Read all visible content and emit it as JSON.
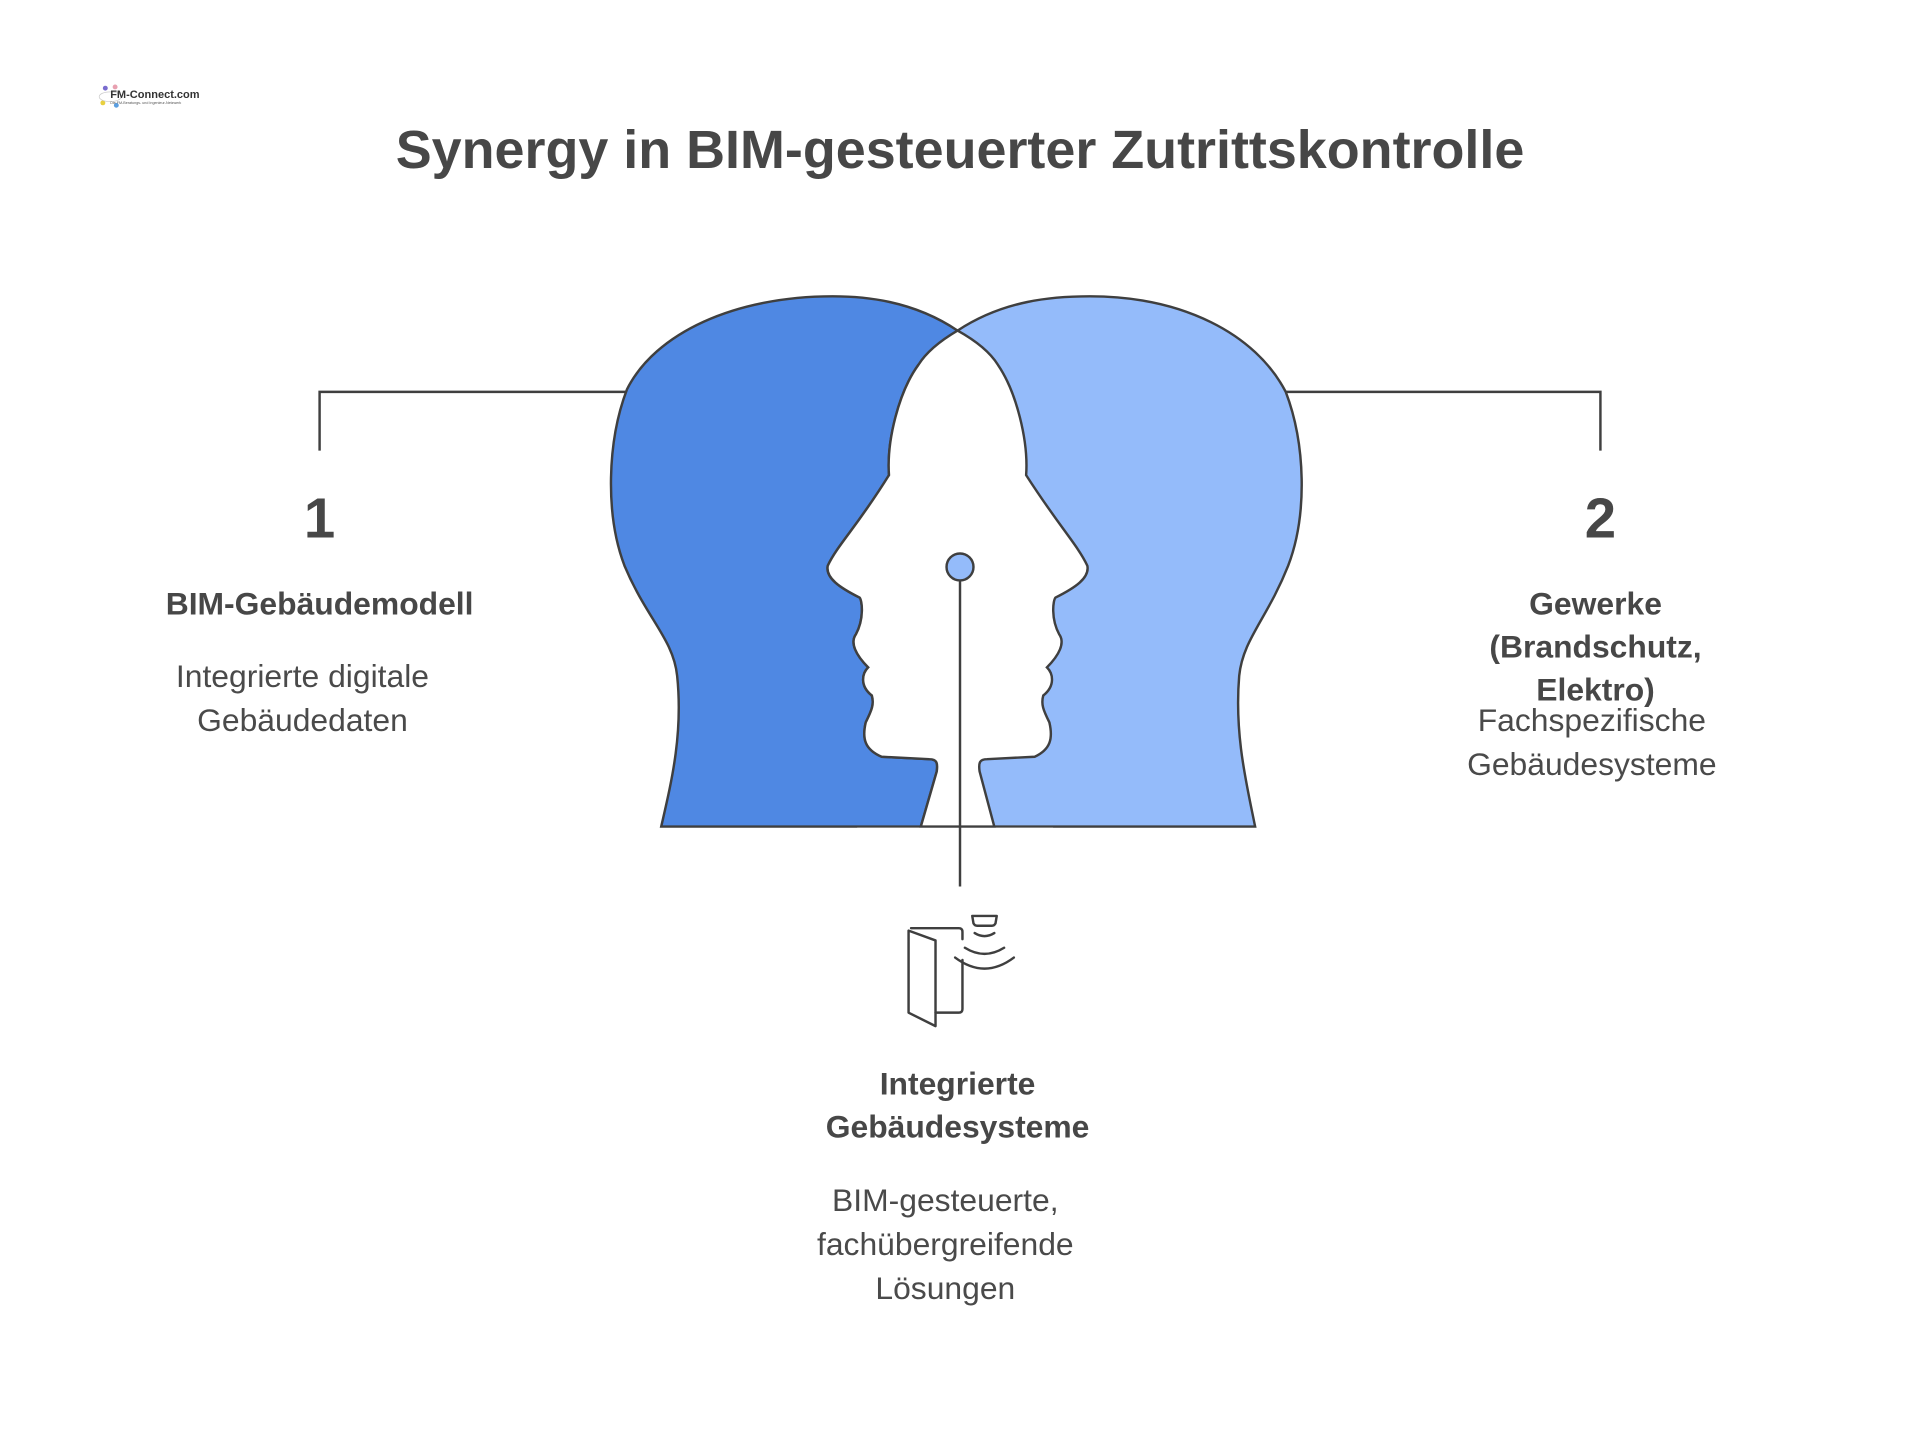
{
  "logo": {
    "text": "FM-Connect.com",
    "subtitle": "Die FM-Beratungs- und Ingenieur-Netzwerk"
  },
  "title": "Synergy in BIM-gesteuerter Zutrittskontrolle",
  "items": [
    {
      "number": "1",
      "heading": "BIM-Gebäudemodell",
      "description": "Integrierte digitale\nGebäudedaten"
    },
    {
      "number": "2",
      "heading": "Gewerke (Brandschutz,\nElektro)",
      "description": "Fachspezifische\nGebäudesysteme"
    },
    {
      "heading": "Integrierte\nGebäudesysteme",
      "description": "BIM-gesteuerte,\nfachübergreifende\nLösungen",
      "icon": "door-access-sensor-icon"
    }
  ],
  "colors": {
    "left_head": "#4f88e3",
    "right_head": "#94bbfa",
    "stroke": "#3f3f3f",
    "text": "#474747"
  }
}
